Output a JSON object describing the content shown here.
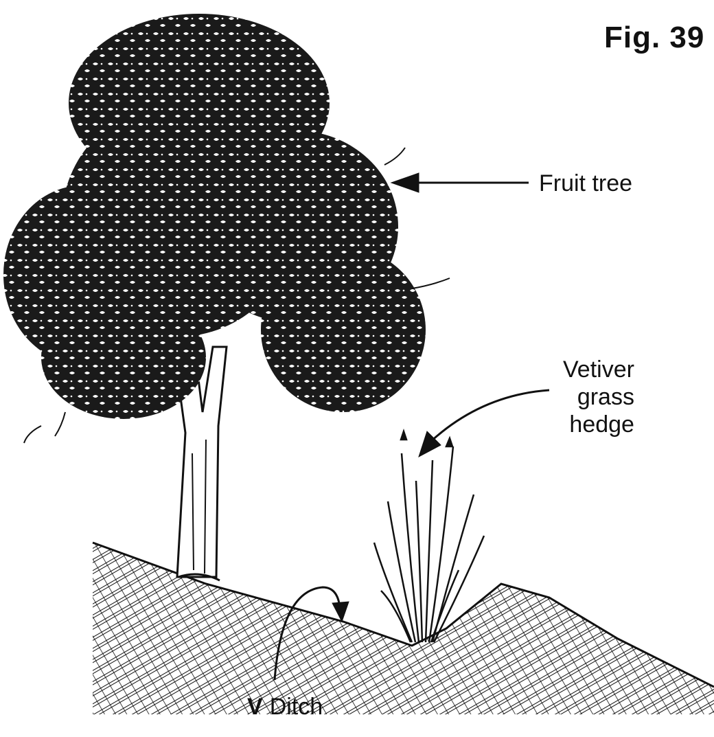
{
  "figure": {
    "title": "Fig. 39"
  },
  "labels": {
    "fruit_tree": "Fruit tree",
    "vetiver_line1": "Vetiver",
    "vetiver_line2": "grass",
    "vetiver_line3": "hedge",
    "ditch_v": "V",
    "ditch": "Ditch"
  },
  "colors": {
    "ink": "#111111",
    "paper": "#ffffff"
  }
}
